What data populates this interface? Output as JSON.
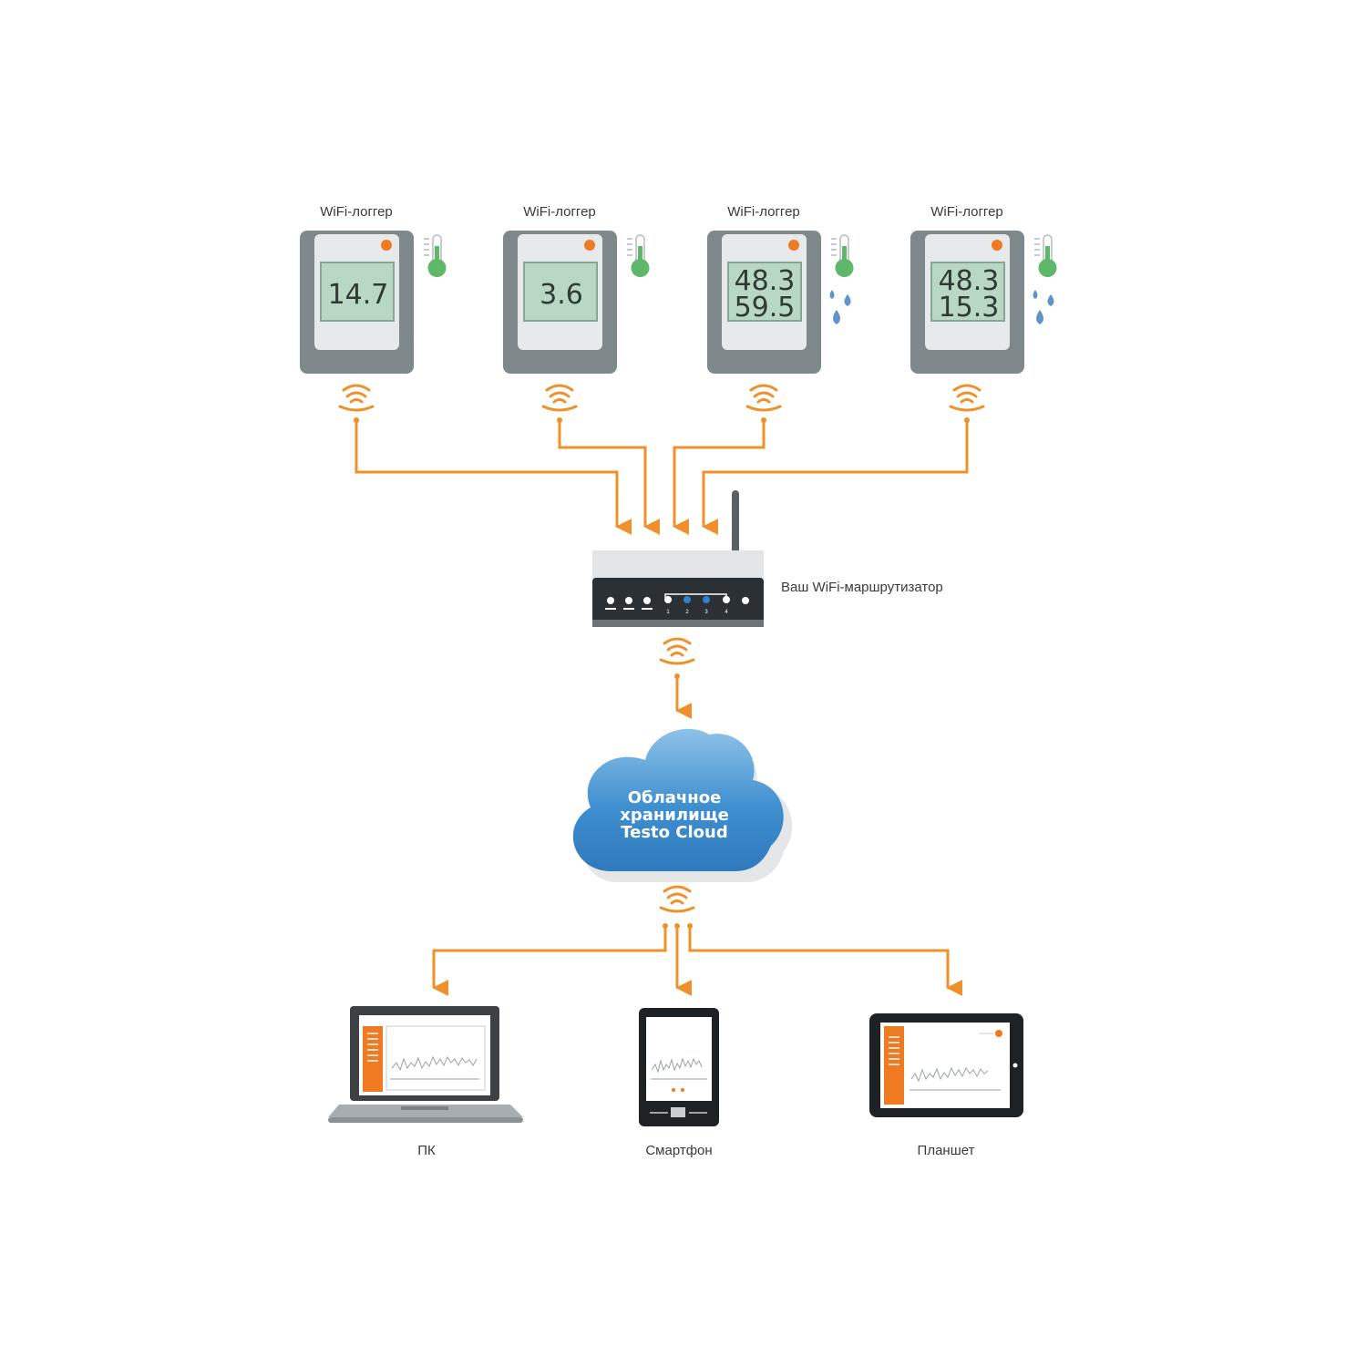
{
  "loggers": [
    {
      "label": "WiFi-логгер",
      "line1": "14.7",
      "line2": "",
      "humidity": false
    },
    {
      "label": "WiFi-логгер",
      "line1": "3.6",
      "line2": "",
      "humidity": false
    },
    {
      "label": "WiFi-логгер",
      "line1": "48.3",
      "line2": "59.5",
      "humidity": true
    },
    {
      "label": "WiFi-логгер",
      "line1": "48.3",
      "line2": "15.3",
      "humidity": true
    }
  ],
  "router": {
    "label": "Ваш WiFi-маршрутизатор",
    "ports": [
      "1",
      "2",
      "3",
      "4"
    ]
  },
  "cloud": {
    "line1": "Облачное",
    "line2": "хранилище",
    "line3": "Testo Cloud"
  },
  "devices": [
    {
      "label": "ПК",
      "icon": "laptop-icon"
    },
    {
      "label": "Смартфон",
      "icon": "smartphone-icon"
    },
    {
      "label": "Планшет",
      "icon": "tablet-icon"
    }
  ],
  "colors": {
    "connector": "#f0902a",
    "cloud": "#3f8fd0",
    "logger_frame": "#7f898b",
    "lcd": "#b8d8c3",
    "thermo": "#5fb86a",
    "drop": "#5e94c8",
    "accent": "#f07a22"
  }
}
